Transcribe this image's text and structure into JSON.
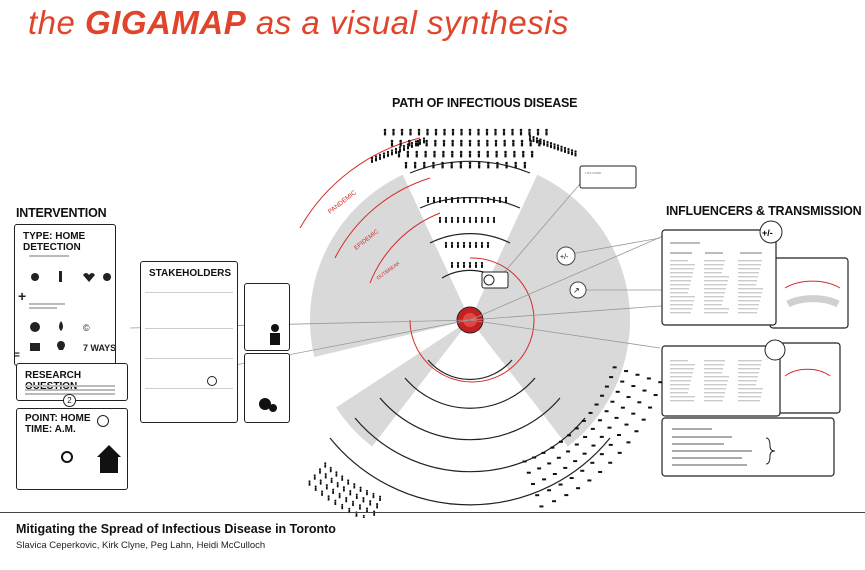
{
  "slide": {
    "title_prefix": "the ",
    "title_emph": "GIGAMAP",
    "title_suffix": " as a visual synthesis"
  },
  "poster": {
    "path_header": "PATH OF INFECTIOUS DISEASE",
    "intervention_header": "INTERVENTION",
    "influencers_header": "INFLUENCERS & TRANSMISSION",
    "home_detection_title": "TYPE: HOME DETECTION",
    "stakeholders_title": "STAKEHOLDERS",
    "research_question_title": "RESEARCH QUESTION",
    "point_title_line1": "POINT: HOME",
    "point_title_line2": "TIME: A.M.",
    "arc_labels": [
      "PANDEMIC",
      "EPIDEMIC",
      "OUTBREAK"
    ],
    "plus_minus": "+/-",
    "number_badge": "2",
    "bottom_text": "7 WAYS"
  },
  "footer": {
    "title": "Mitigating the Spread of Infectious Disease in Toronto",
    "authors": "Slavica Ceperkovic, Kirk Clyne, Peg Lahn, Heidi McCulloch"
  },
  "colors": {
    "title_red": "#e0442a",
    "arc_red": "#d62b2b",
    "wedge_gray": "#d9d9d9"
  }
}
